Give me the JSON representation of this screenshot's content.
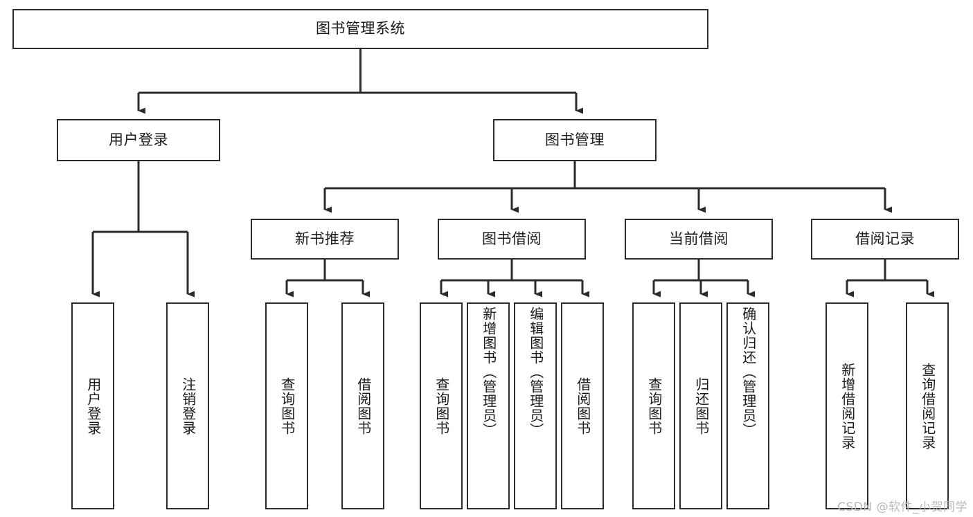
{
  "diagram": {
    "type": "tree",
    "title": "图书管理系统",
    "watermark": "CSDN @软件_小贺同学",
    "colors": {
      "box_border": "#2b2b2b",
      "box_fill": "#ffffff",
      "connector": "#2b2b2b",
      "text": "#1a1a1a",
      "watermark": "#b9b9b9",
      "background": "#ffffff"
    },
    "nodes": {
      "root": {
        "label": "图书管理系统"
      },
      "level1": [
        {
          "id": "user-login",
          "label": "用户登录"
        },
        {
          "id": "book-manage",
          "label": "图书管理"
        }
      ],
      "level2": [
        {
          "id": "new-book-recommend",
          "label": "新书推荐"
        },
        {
          "id": "book-borrow",
          "label": "图书借阅"
        },
        {
          "id": "current-borrow",
          "label": "当前借阅"
        },
        {
          "id": "borrow-record",
          "label": "借阅记录"
        }
      ],
      "leaves": {
        "user-login": [
          {
            "id": "leaf-user-login",
            "label": "用户登录"
          },
          {
            "id": "leaf-user-logout",
            "label": "注销登录"
          }
        ],
        "new-book-recommend": [
          {
            "id": "leaf-query-book-1",
            "label": "查询图书"
          },
          {
            "id": "leaf-borrow-book-1",
            "label": "借阅图书"
          }
        ],
        "book-borrow": [
          {
            "id": "leaf-query-book-2",
            "label": "查询图书"
          },
          {
            "id": "leaf-add-book",
            "label": "新增图书（管理员）"
          },
          {
            "id": "leaf-edit-book",
            "label": "编辑图书（管理员）"
          },
          {
            "id": "leaf-borrow-book-2",
            "label": "借阅图书"
          }
        ],
        "current-borrow": [
          {
            "id": "leaf-query-book-3",
            "label": "查询图书"
          },
          {
            "id": "leaf-return-book",
            "label": "归还图书"
          },
          {
            "id": "leaf-confirm-return",
            "label": "确认归还（管理员）"
          }
        ],
        "borrow-record": [
          {
            "id": "leaf-add-record",
            "label": "新增借阅记录"
          },
          {
            "id": "leaf-query-record",
            "label": "查询借阅记录"
          }
        ]
      }
    }
  }
}
